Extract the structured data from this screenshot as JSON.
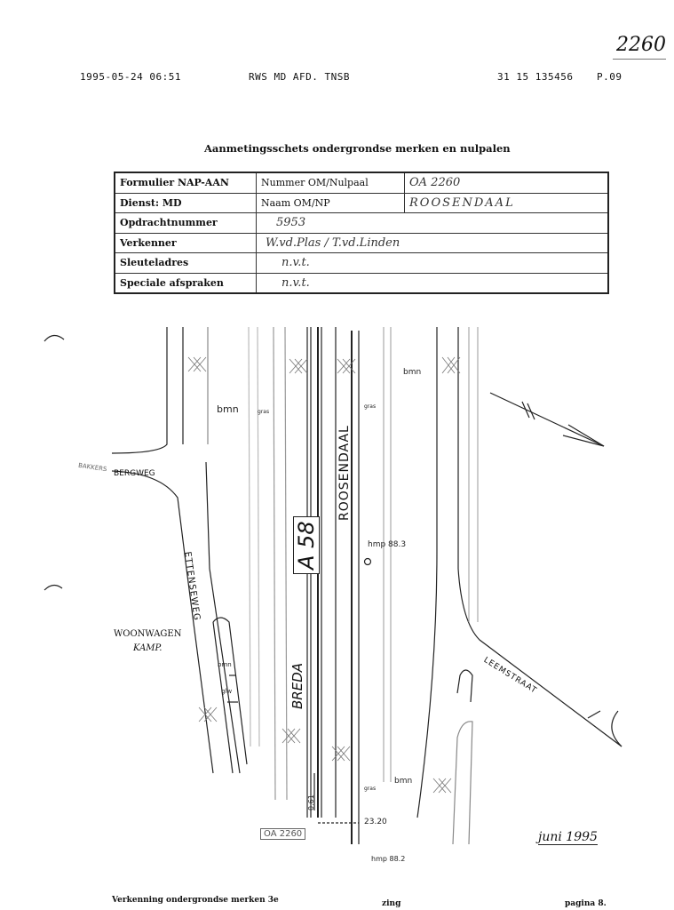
{
  "doc_number": "2260",
  "fax_header": {
    "datetime": "1995-05-24  06:51",
    "sender": "RWS MD AFD. TNSB",
    "fax_number": "31 15 135456",
    "page": "P.09"
  },
  "title": "Aanmetingsschets ondergrondse merken en nulpalen",
  "form": {
    "rows": [
      {
        "label": "Formulier NAP-AAN",
        "field": "Nummer OM/Nulpaal",
        "value": "OA 2260"
      },
      {
        "label": "Dienst: MD",
        "field": "Naam OM/NP",
        "value": "ROOSENDAAL"
      },
      {
        "label": "Opdrachtnummer",
        "value": "5953"
      },
      {
        "label": "Verkenner",
        "value": "W.vd.Plas / T.vd.Linden"
      },
      {
        "label": "Sleuteladres",
        "value": "n.v.t."
      },
      {
        "label": "Speciale afspraken",
        "value": "n.v.t."
      }
    ]
  },
  "sketch": {
    "roads": {
      "a58": "A 58",
      "breda": "BREDA",
      "roosendaal": "ROOSENDAAL",
      "etten": "ETTENSEWEG",
      "bergweg": "BERGWEG",
      "bakkers": "BAKKERS",
      "leemstraat": "LEEMSTRAAT",
      "woonwagen_1": "WOONWAGEN",
      "woonwagen_2": "KAMP."
    },
    "labels": {
      "bmn_1": "bmn",
      "bmn_2": "bmn",
      "bmn_3": "bmn",
      "bmn_4": "bmn",
      "gras_1": "gras",
      "gras_2": "gras",
      "gras_3": "gras",
      "glw": "glw",
      "hmp_top": "hmp 88.3",
      "hmp_bottom": "hmp 88.2",
      "dist_1": "23.20",
      "dist_2": "0.61",
      "marker": "OA 2260",
      "date": "juni 1995"
    }
  },
  "footer": {
    "left": "Verkenning ondergrondse merken 3e",
    "mid": "zing",
    "right": "pagina 8."
  }
}
